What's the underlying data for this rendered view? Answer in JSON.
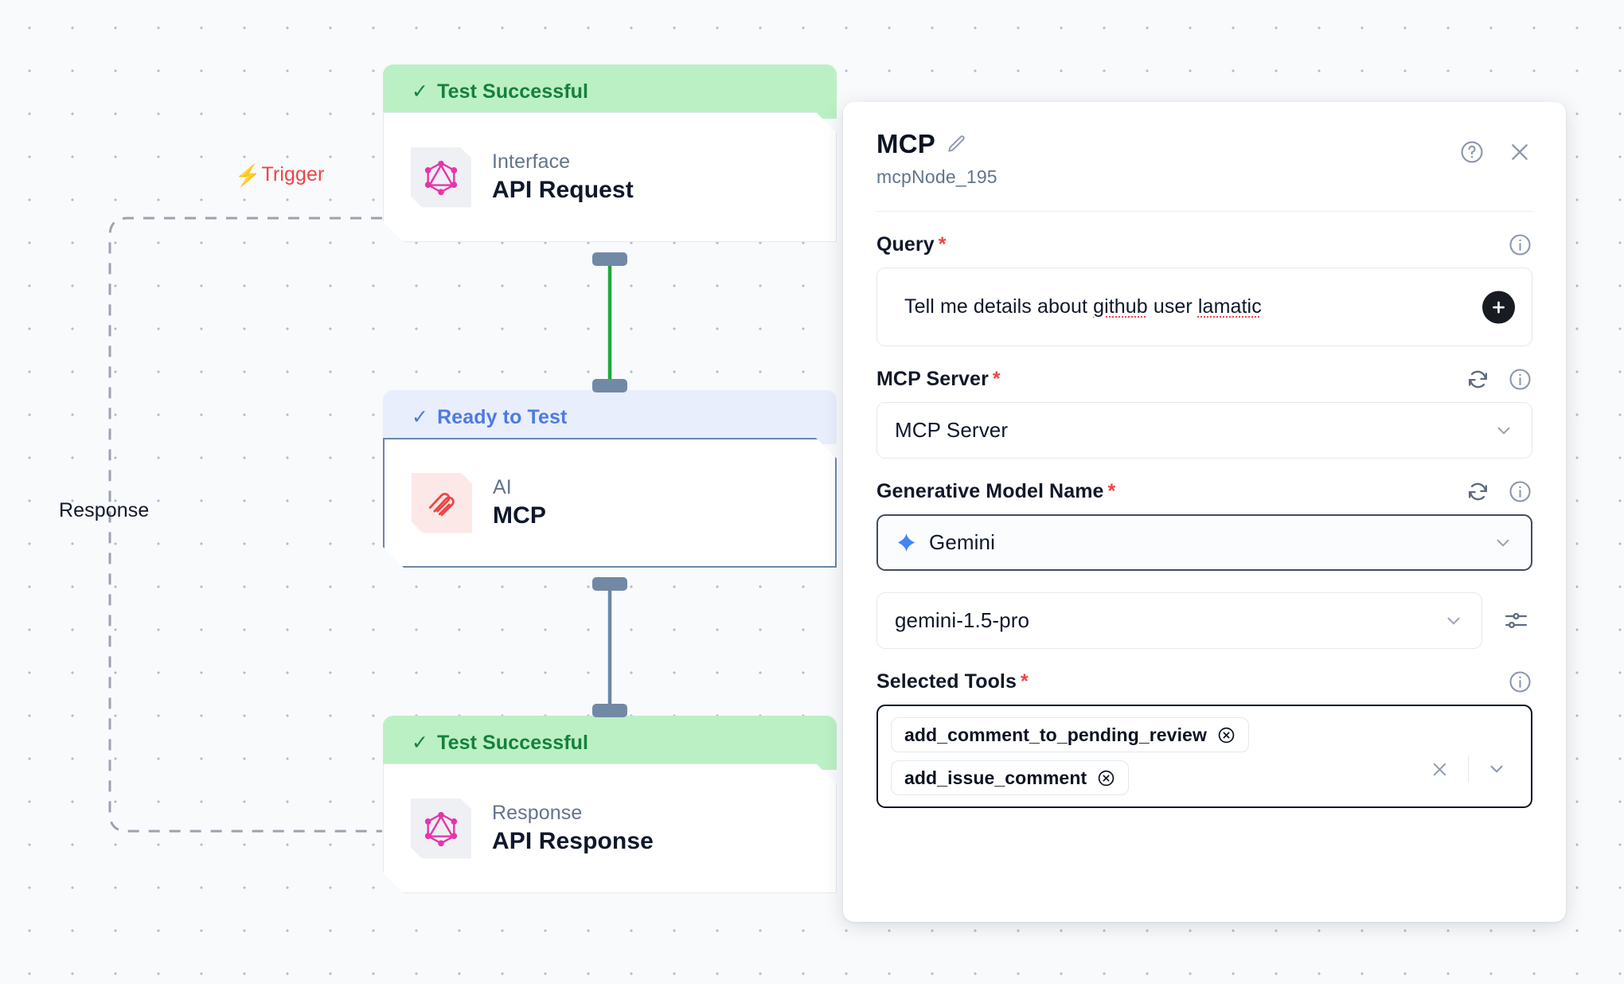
{
  "canvas": {
    "labels": {
      "trigger": "Trigger",
      "trigger_icon": "bolt-icon",
      "response": "Response"
    },
    "nodes": [
      {
        "status": "Test Successful",
        "status_kind": "success",
        "type": "Interface",
        "title": "API Request",
        "icon": "graphql-icon"
      },
      {
        "status": "Ready to Test",
        "status_kind": "ready",
        "type": "AI",
        "title": "MCP",
        "icon": "mcp-icon"
      },
      {
        "status": "Test Successful",
        "status_kind": "success",
        "type": "Response",
        "title": "API Response",
        "icon": "graphql-icon"
      }
    ]
  },
  "panel": {
    "title": "MCP",
    "edit_icon": "pencil-icon",
    "subtitle": "mcpNode_195",
    "help_icon": "help-circle-icon",
    "close_icon": "close-icon",
    "fields": {
      "query": {
        "label": "Query",
        "required": "*",
        "info_icon": "info-icon",
        "value_pre": "Tell me details about ",
        "value_spell1": "github",
        "value_mid": " user ",
        "value_spell2": "lamatic",
        "add_icon": "plus-icon"
      },
      "mcp_server": {
        "label": "MCP Server",
        "required": "*",
        "refresh_icon": "refresh-icon",
        "info_icon": "info-icon",
        "value": "MCP Server",
        "chevron_icon": "chevron-down-icon"
      },
      "model_name": {
        "label": "Generative Model Name",
        "required": "*",
        "refresh_icon": "refresh-icon",
        "info_icon": "info-icon",
        "value": "Gemini",
        "provider_icon": "gemini-sparkle-icon",
        "chevron_icon": "chevron-down-icon"
      },
      "model_version": {
        "value": "gemini-1.5-pro",
        "chevron_icon": "chevron-down-icon",
        "settings_icon": "sliders-icon"
      },
      "selected_tools": {
        "label": "Selected Tools",
        "required": "*",
        "info_icon": "info-icon",
        "chips": [
          {
            "label": "add_comment_to_pending_review",
            "remove_icon": "circle-x-icon"
          },
          {
            "label": "add_issue_comment",
            "remove_icon": "circle-x-icon"
          }
        ],
        "clear_icon": "close-icon",
        "chevron_icon": "chevron-down-icon"
      }
    }
  },
  "colors": {
    "success_bg": "#bbf0c4",
    "success_fg": "#15803d",
    "ready_bg": "#e8eefb",
    "ready_fg": "#4f7ae0",
    "trigger": "#ef4444",
    "edge_active": "#22a93a",
    "edge_idle": "#6b87a6",
    "graphql": "#e535ab",
    "mcp": "#ef4444",
    "required": "#ef4444"
  }
}
